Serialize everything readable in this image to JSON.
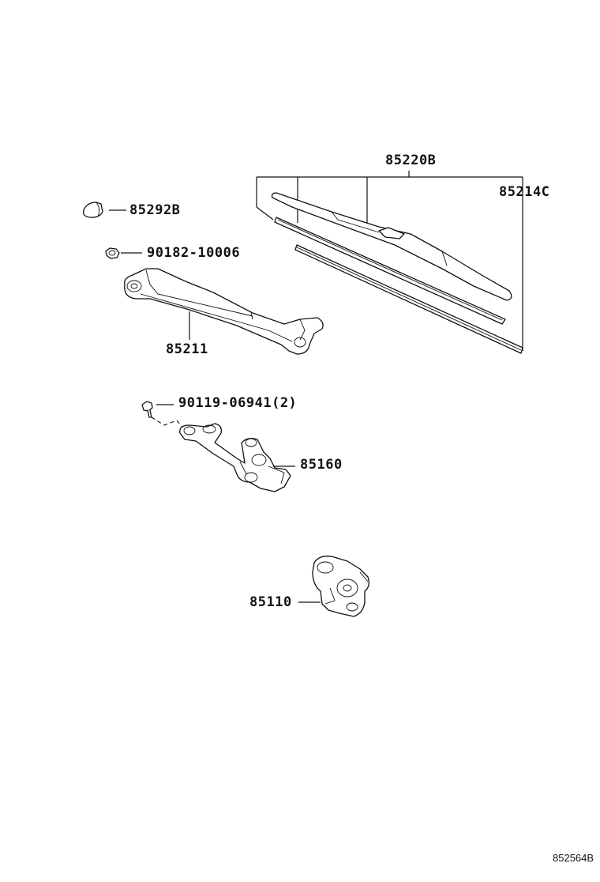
{
  "labels": {
    "wiper_blade": "85220B",
    "blade_rubber": "85214C",
    "arm_cap": "85292B",
    "nut": "90182-10006",
    "wiper_arm": "85211",
    "bolt": "90119-06941(2)",
    "link_assy": "85160",
    "motor": "85110"
  },
  "figure_code": "852564B"
}
